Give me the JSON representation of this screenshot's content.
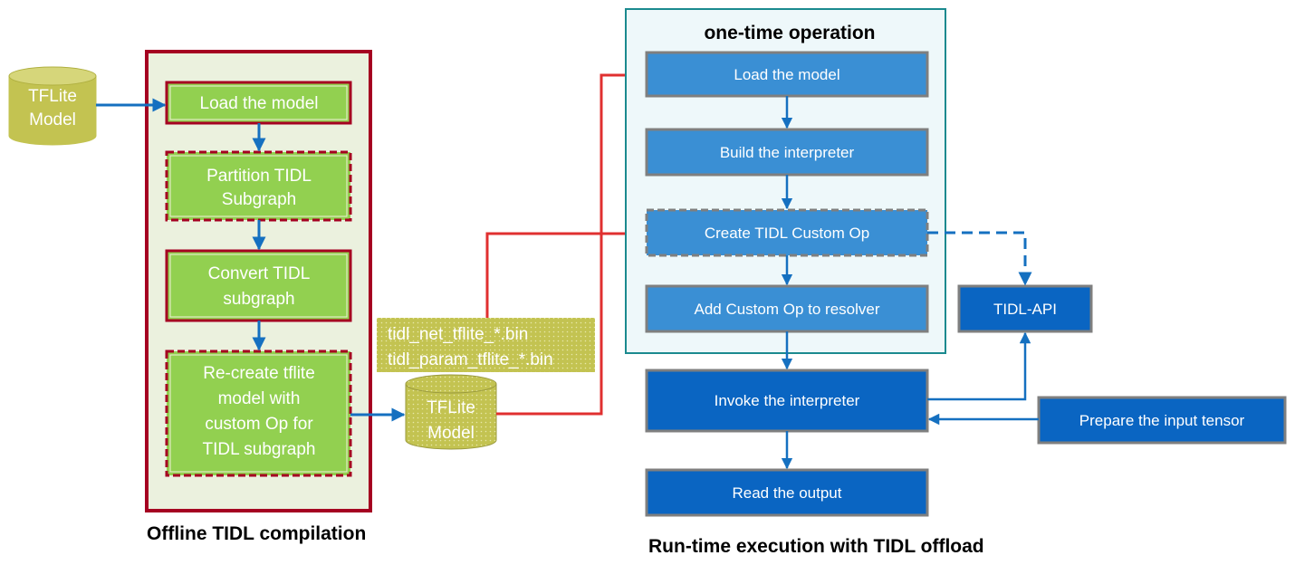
{
  "offline": {
    "section_title": "Offline  TIDL  compilation",
    "input_model": [
      "TFLite",
      "Model"
    ],
    "steps": [
      [
        "Load the model"
      ],
      [
        "Partition TIDL",
        "Subgraph"
      ],
      [
        "Convert TIDL",
        "subgraph"
      ],
      [
        "Re-create tflite",
        "model with",
        "custom Op for",
        "TIDL subgraph"
      ]
    ],
    "output_model": [
      "TFLite",
      "Model"
    ],
    "artifacts": [
      "tidl_net_tflite_*.bin",
      "tidl_param_tflite_*.bin"
    ]
  },
  "runtime": {
    "section_title": "Run-time  execution  with  TIDL  offload",
    "one_time_title": "one-time operation",
    "one_time_steps": [
      "Load the model",
      "Build the interpreter",
      "Create TIDL Custom Op",
      "Add Custom Op to resolver"
    ],
    "invoke": "Invoke the interpreter",
    "read_output": "Read the output",
    "tidl_api": "TIDL-API",
    "prepare_input": "Prepare the input tensor"
  },
  "colors": {
    "green_fill": "#92d050",
    "green_panel": "#ebf1de",
    "dark_red": "#a50021",
    "olive": "#c3c351",
    "olive_dark": "#99993d",
    "runtime_light": "#3a8fd4",
    "runtime_dark": "#0a65c2",
    "teal": "#1b8a8f",
    "red_arrow": "#e03030",
    "blue_arrow": "#1570c0"
  }
}
